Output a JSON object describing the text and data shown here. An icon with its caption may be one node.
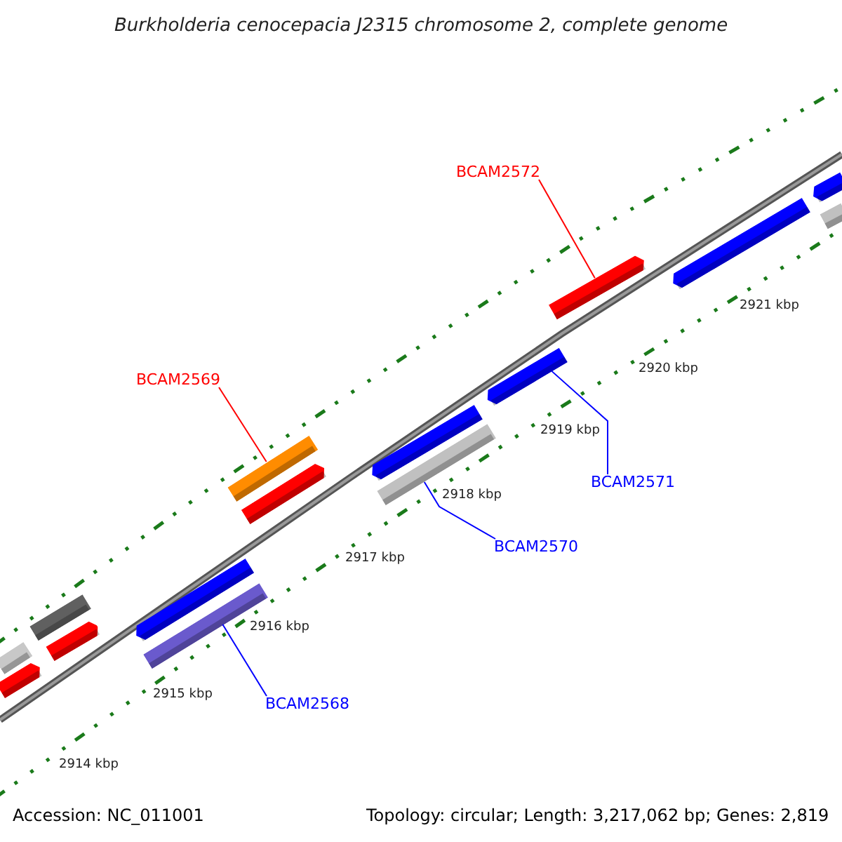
{
  "diagram": {
    "title": "Burkholderia cenocepacia J2315 chromosome 2, complete genome",
    "nodes": [
      {
        "text": [
          "BCAM2572"
        ]
      },
      {
        "text": [
          "BCAM2569"
        ]
      },
      {
        "text": [
          "BCAM2571"
        ]
      },
      {
        "text": [
          "BCAM2570"
        ]
      },
      {
        "text": [
          "BCAM2568"
        ]
      },
      {
        "text": [],
        "shape": "bar"
      },
      {
        "text": [],
        "shape": "bar"
      },
      {
        "text": [],
        "shape": "bar"
      },
      {
        "text": [],
        "shape": "bar"
      },
      {
        "text": [],
        "shape": "bar"
      },
      {
        "text": [],
        "shape": "bar"
      },
      {
        "text": [],
        "shape": "bar"
      },
      {
        "text": [],
        "shape": "bar"
      },
      {
        "text": [],
        "shape": "bar"
      },
      {
        "text": [],
        "shape": "bar"
      },
      {
        "text": [],
        "shape": "bar"
      },
      {
        "text": [],
        "shape": "bar"
      },
      {
        "text": [],
        "shape": "bar"
      },
      {
        "text": [],
        "shape": "bar"
      },
      {
        "text": [],
        "shape": "bar"
      }
    ],
    "edges": [
      {
        "from": 0,
        "to": 16,
        "arrow": "none",
        "color": "#ff0000"
      },
      {
        "from": 1,
        "to": 11,
        "arrow": "none",
        "color": "#ff0000"
      },
      {
        "from": 2,
        "to": 15,
        "arrow": "none"
      },
      {
        "from": 3,
        "to": 14,
        "arrow": "none"
      },
      {
        "from": 4,
        "to": 10,
        "arrow": "none"
      }
    ],
    "labels": [
      "2921 kbp",
      "2920 kbp",
      "2919 kbp",
      "2918 kbp",
      "2917 kbp",
      "2916 kbp",
      "2915 kbp",
      "2914 kbp",
      "Accession: NC_011001",
      "Topology: circular; Length: 3,217,062 bp; Genes: 2,819"
    ]
  }
}
